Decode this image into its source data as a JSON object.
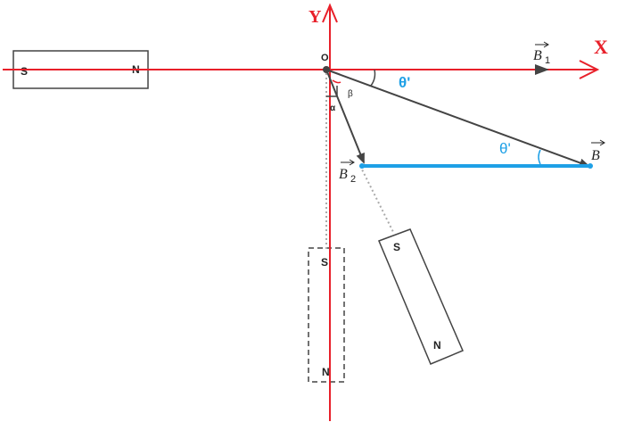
{
  "colors": {
    "axis": "#e8202a",
    "vector": "#444444",
    "resultant_line": "#1ea0e6",
    "angle_label": "#1ea0e6",
    "magnet": "#444444",
    "dotted": "#aaaaaa"
  },
  "axes": {
    "x_label": "X",
    "y_label": "Y",
    "origin_label": "O"
  },
  "vectors": {
    "b1_label": "B",
    "b1_sub": "1",
    "b2_label": "B",
    "b2_sub": "2",
    "b_label": "B"
  },
  "angles": {
    "theta_top": "θ'",
    "theta_mid": "θ'",
    "beta": "β",
    "alpha": "α"
  },
  "magnets": {
    "horizontal": {
      "s": "S",
      "n": "N"
    },
    "vertical_dashed": {
      "s": "S",
      "n": "N"
    },
    "tilted": {
      "s": "S",
      "n": "N"
    }
  }
}
